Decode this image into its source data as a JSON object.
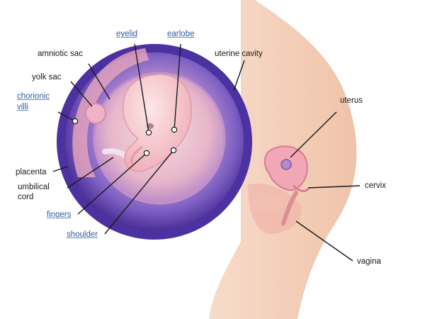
{
  "labels": {
    "eyelid": "eyelid",
    "earlobe": "earlobe",
    "amniotic_sac": "amniotic sac",
    "uterine_cavity": "uterine cavity",
    "yolk_sac": "yolk sac",
    "chorionic": "chorionic",
    "villi": "villi",
    "uterus": "uterus",
    "placenta": "placenta",
    "umbilical": "umbilical",
    "cord": "cord",
    "cervix": "cervix",
    "fingers": "fingers",
    "shoulder": "shoulder",
    "vagina": "vagina"
  },
  "colors": {
    "link_label": "#2f5e9a",
    "plain_label": "#1a1a1a",
    "sac_purple": "#5b3fa8",
    "skin": "#f3cdb6"
  }
}
